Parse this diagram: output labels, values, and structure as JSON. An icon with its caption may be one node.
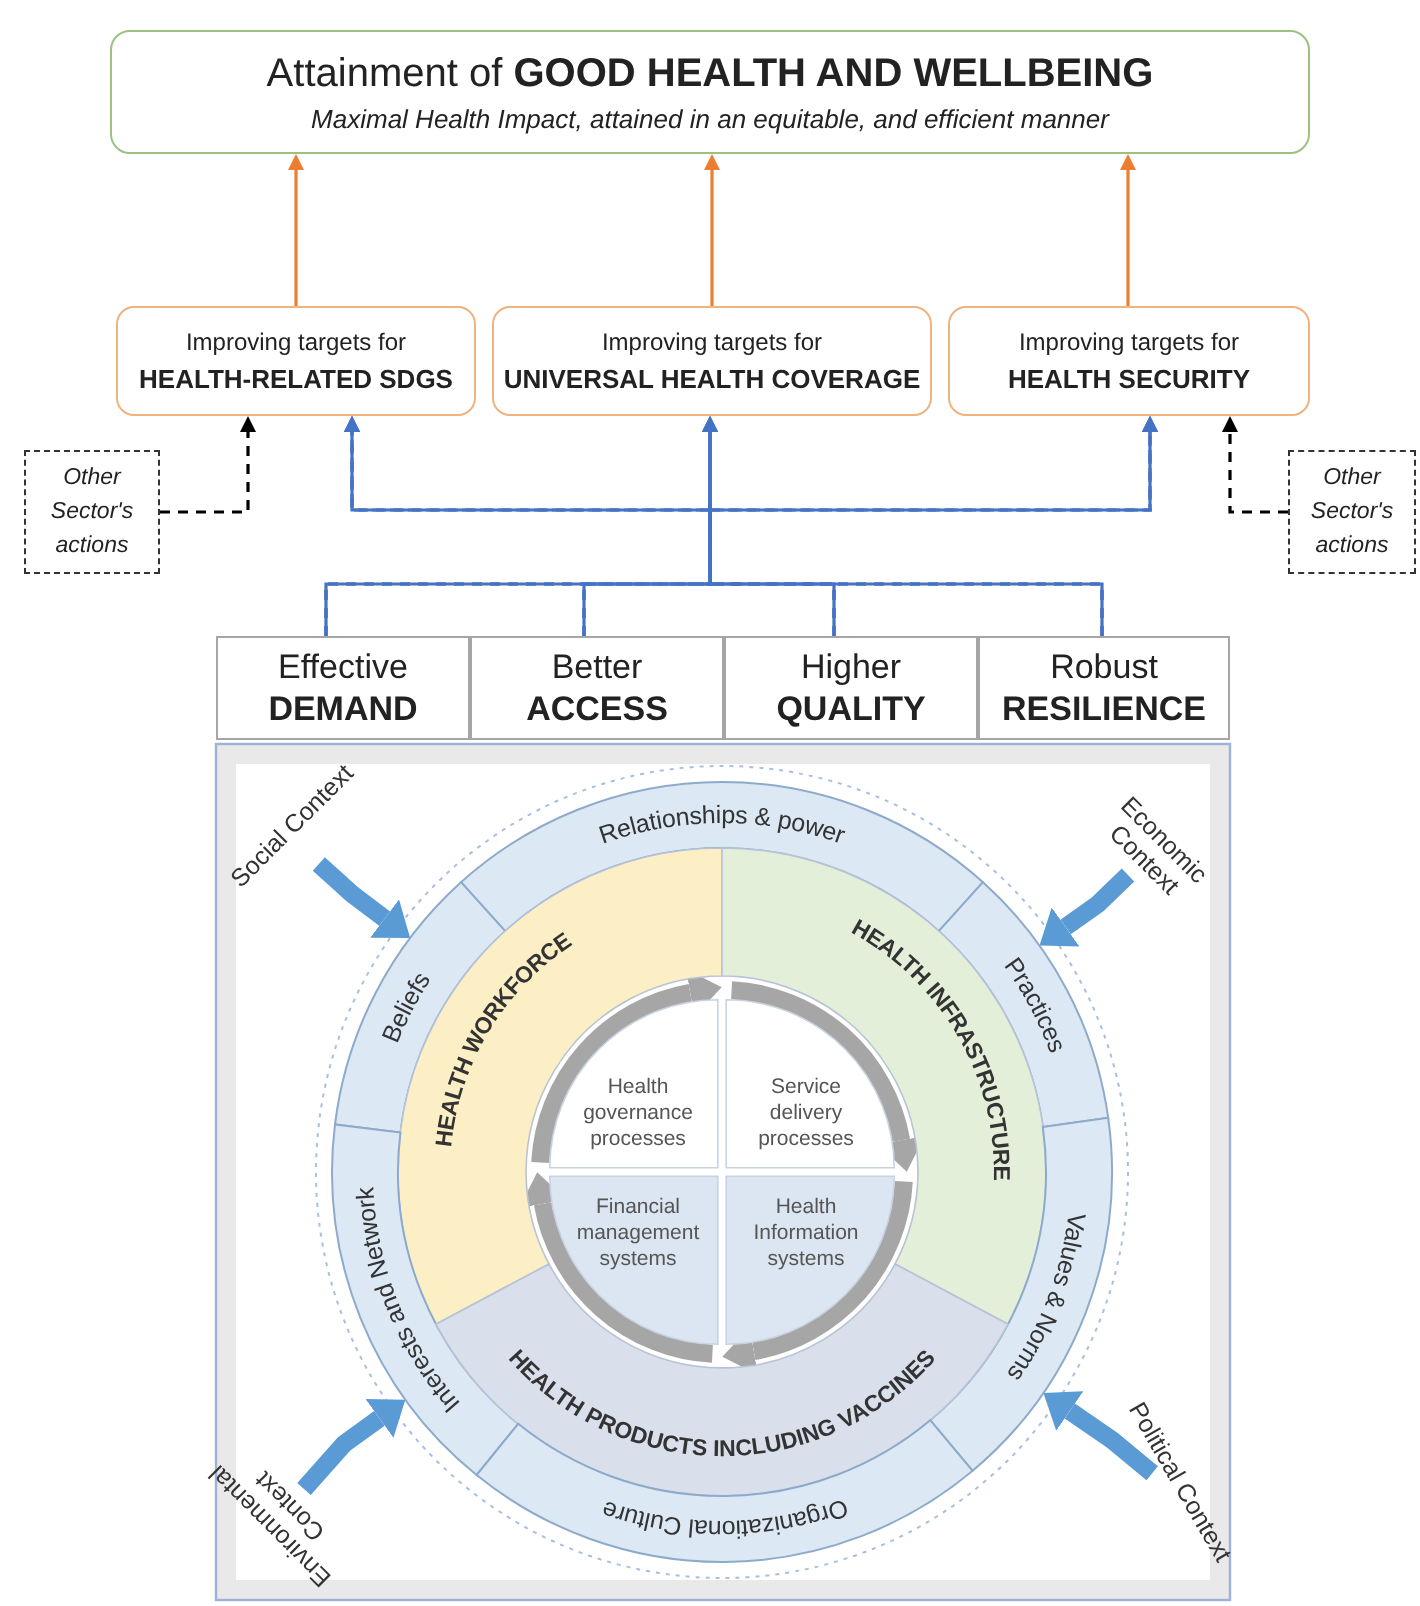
{
  "diagram": {
    "nodes": [
      {
        "text": [
          "Attainment of **GOOD HEALTH AND WELLBEING**",
          "Maximal Health Impact, attained in an equitable, and efficient manner"
        ]
      },
      {
        "text": [
          "Improving targets for",
          "HEALTH-RELATED SDGS"
        ]
      },
      {
        "text": [
          "Improving targets for",
          "UNIVERSAL HEALTH COVERAGE"
        ]
      },
      {
        "text": [
          "Improving targets for",
          "HEALTH SECURITY"
        ]
      },
      {
        "text": [
          "Other Sector's actions"
        ]
      },
      {
        "text": [
          "Other Sector's actions"
        ]
      },
      {
        "text": [
          "Effective",
          "DEMAND"
        ]
      },
      {
        "text": [
          "Better",
          "ACCESS"
        ]
      },
      {
        "text": [
          "Higher",
          "QUALITY"
        ]
      },
      {
        "text": [
          "Robust",
          "RESILIENCE"
        ]
      },
      {
        "text": [
          "Social Context"
        ]
      },
      {
        "text": [
          "Relationships & power"
        ]
      },
      {
        "text": [
          "Economic Context"
        ]
      },
      {
        "text": [
          "Beliefs"
        ]
      },
      {
        "text": [
          "Practices"
        ]
      },
      {
        "text": [
          "HEALTH WORKFORCE"
        ]
      },
      {
        "text": [
          "HEALTH INFRASTRUCTURE"
        ]
      },
      {
        "text": [
          "Health governance processes"
        ]
      },
      {
        "text": [
          "Service delivery processes"
        ]
      },
      {
        "text": [
          "Interests and Network"
        ]
      },
      {
        "text": [
          "Financial management systems"
        ]
      },
      {
        "text": [
          "Health Information systems"
        ]
      },
      {
        "text": [
          "Values & Norms"
        ]
      },
      {
        "text": [
          "HEALTH PRODUCTS INCLUDING VACCINES"
        ]
      },
      {
        "text": [
          "Environmental Context"
        ]
      },
      {
        "text": [
          "Organizational Culture"
        ]
      },
      {
        "text": [
          "Political Context"
        ]
      }
    ],
    "edges": [
      {
        "from": 1,
        "to": 0,
        "arrow": "to",
        "color": "#ed7d31"
      },
      {
        "from": 2,
        "to": 0,
        "arrow": "to",
        "color": "#ed7d31"
      },
      {
        "from": 3,
        "to": 0,
        "arrow": "to",
        "color": "#ed7d31"
      },
      {
        "from": 4,
        "to": 1,
        "arrow": "to",
        "style": "dashed",
        "color": "#000000"
      },
      {
        "from": 5,
        "to": 3,
        "arrow": "to",
        "style": "dashed",
        "color": "#000000"
      },
      {
        "from": 6,
        "to": 2,
        "arrow": "to"
      },
      {
        "from": 7,
        "to": 2,
        "arrow": "to"
      },
      {
        "from": 8,
        "to": 2,
        "arrow": "to"
      },
      {
        "from": 9,
        "to": 2,
        "arrow": "to"
      },
      {
        "from": 6,
        "to": 1,
        "arrow": "to",
        "style": "dashed"
      },
      {
        "from": 7,
        "to": 1,
        "arrow": "to",
        "style": "dashed"
      },
      {
        "from": 8,
        "to": 1,
        "arrow": "to",
        "style": "dashed"
      },
      {
        "from": 9,
        "to": 1,
        "arrow": "to",
        "style": "dashed"
      },
      {
        "from": 6,
        "to": 3,
        "arrow": "to",
        "style": "dashed"
      },
      {
        "from": 7,
        "to": 3,
        "arrow": "to",
        "style": "dashed"
      },
      {
        "from": 8,
        "to": 3,
        "arrow": "to",
        "style": "dashed"
      },
      {
        "from": 9,
        "to": 3,
        "arrow": "to",
        "style": "dashed"
      },
      {
        "from": 10,
        "to": 13,
        "arrow": "to",
        "style": "thick",
        "color": "#5b9bd5"
      },
      {
        "from": 12,
        "to": 14,
        "arrow": "to",
        "style": "thick",
        "color": "#5b9bd5"
      },
      {
        "from": 26,
        "to": 22,
        "arrow": "to",
        "style": "thick",
        "color": "#5b9bd5"
      },
      {
        "from": 24,
        "to": 19,
        "arrow": "to",
        "style": "thick",
        "color": "#5b9bd5"
      },
      {
        "from": 17,
        "to": 18,
        "arrow": "to",
        "style": "thick",
        "color": "#a6a6a6"
      },
      {
        "from": 18,
        "to": 21,
        "arrow": "to",
        "style": "thick",
        "color": "#a6a6a6"
      },
      {
        "from": 21,
        "to": 20,
        "arrow": "to",
        "style": "thick",
        "color": "#a6a6a6"
      },
      {
        "from": 20,
        "to": 17,
        "arrow": "to",
        "style": "thick",
        "color": "#a6a6a6"
      }
    ]
  }
}
